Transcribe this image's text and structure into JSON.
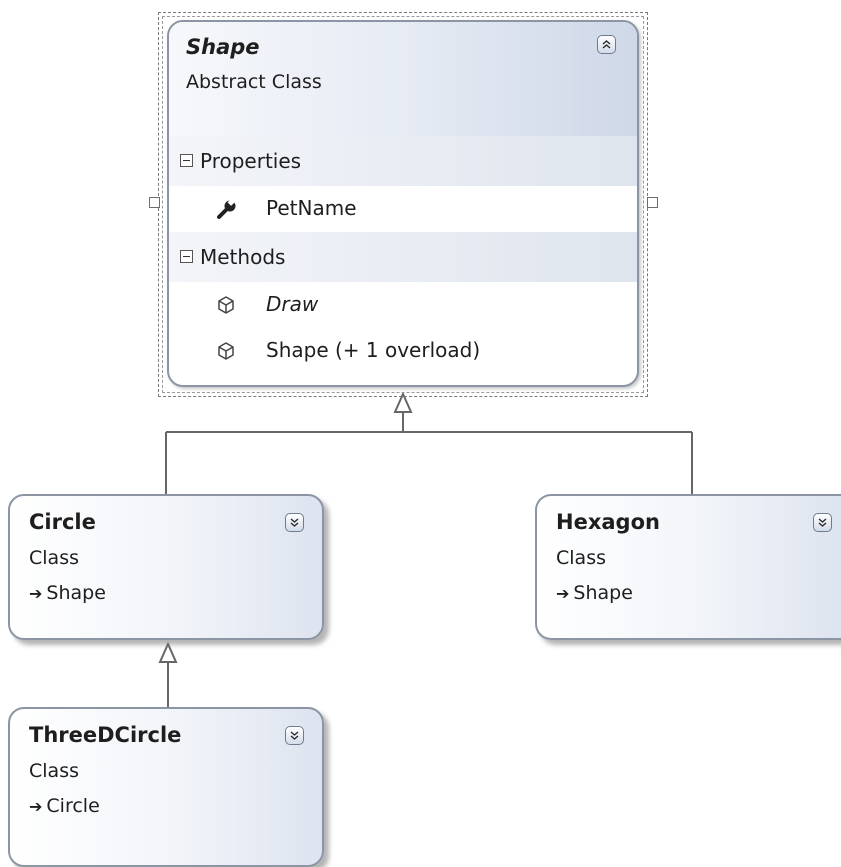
{
  "diagram": {
    "classes": {
      "shape": {
        "name": "Shape",
        "stereotype": "Abstract Class",
        "toggle_icon": "collapse-chevrons-up-icon",
        "compartments": {
          "properties": {
            "title": "Properties",
            "members": [
              {
                "name": "PetName",
                "icon": "wrench-property-icon"
              }
            ]
          },
          "methods": {
            "title": "Methods",
            "members": [
              {
                "name": "Draw",
                "icon": "method-cube-icon",
                "abstract": true
              },
              {
                "name": "Shape (+ 1 overload)",
                "icon": "method-cube-icon",
                "abstract": false
              }
            ]
          }
        }
      },
      "circle": {
        "name": "Circle",
        "stereotype": "Class",
        "base_arrow": "➔",
        "base": "Shape",
        "toggle_icon": "expand-chevrons-down-icon"
      },
      "hexagon": {
        "name": "Hexagon",
        "stereotype": "Class",
        "base_arrow": "➔",
        "base": "Shape",
        "toggle_icon": "expand-chevrons-down-icon"
      },
      "threedcircle": {
        "name": "ThreeDCircle",
        "stereotype": "Class",
        "base_arrow": "➔",
        "base": "Circle",
        "toggle_icon": "expand-chevrons-down-icon"
      }
    },
    "relationships": [
      {
        "from": "Circle",
        "to": "Shape",
        "type": "inheritance"
      },
      {
        "from": "Hexagon",
        "to": "Shape",
        "type": "inheritance"
      },
      {
        "from": "ThreeDCircle",
        "to": "Circle",
        "type": "inheritance"
      }
    ],
    "colors": {
      "box_border": "#8b95a4",
      "header_gradient_end": "#cfd8e8",
      "connector": "#666666"
    }
  }
}
